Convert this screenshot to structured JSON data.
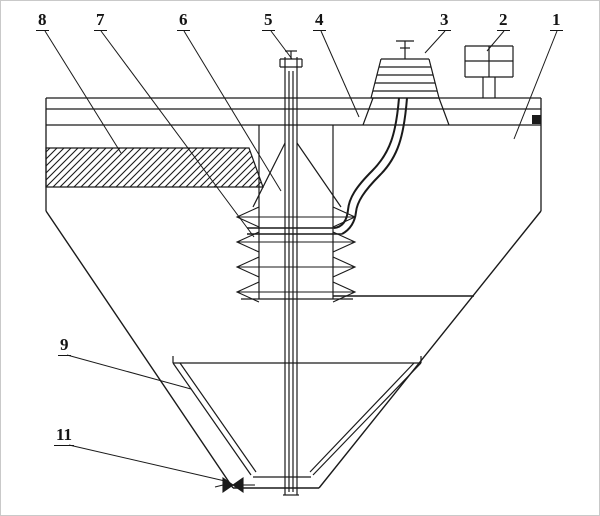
{
  "palette": {
    "background": "#ffffff",
    "line_color": "#1a1a1a",
    "frame_color": "#c9c9c9"
  },
  "callouts": [
    {
      "label": "8"
    },
    {
      "label": "7"
    },
    {
      "label": "6"
    },
    {
      "label": "5"
    },
    {
      "label": "4"
    },
    {
      "label": "3"
    },
    {
      "label": "2"
    },
    {
      "label": "1"
    },
    {
      "label": "9"
    },
    {
      "label": "11"
    }
  ]
}
